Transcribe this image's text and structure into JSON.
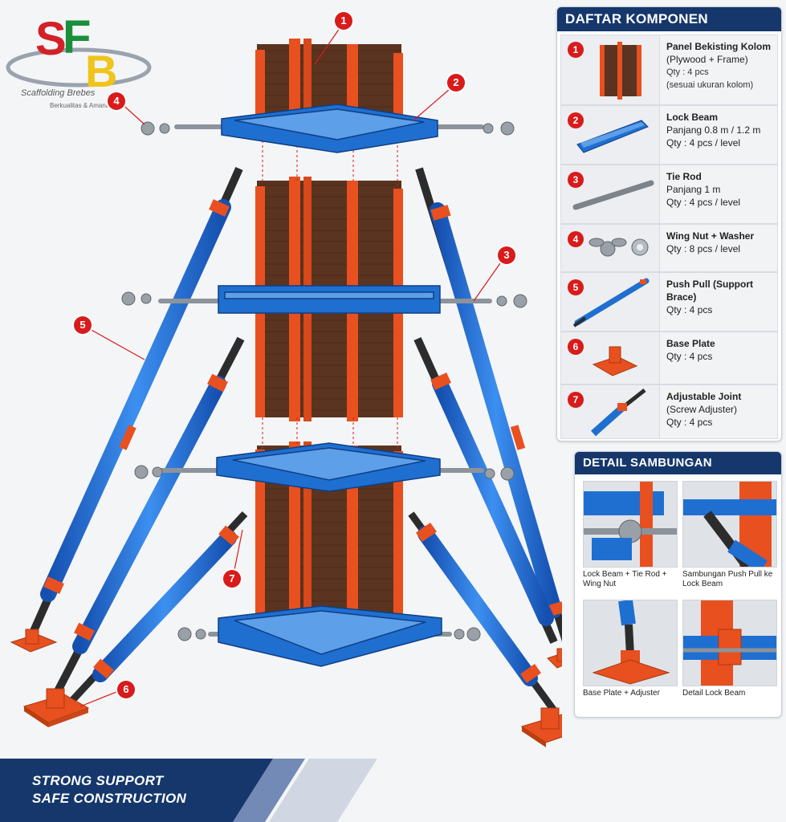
{
  "brand": {
    "logo_letters": "SFB",
    "name": "Scaffolding Brebes",
    "tagline": "Berkualitas & Amanah",
    "colors": {
      "red": "#d42027",
      "green": "#1a8f3a",
      "yellow": "#f0c419"
    }
  },
  "components_panel": {
    "title": "DAFTAR KOMPONEN",
    "items": [
      {
        "num": "1",
        "title": "Panel Bekisting Kolom",
        "lines": [
          "(Plywood + Frame)",
          "Qty : 4 pcs",
          "(sesuai ukuran kolom)"
        ],
        "icon": "formwork-panel-icon"
      },
      {
        "num": "2",
        "title": "Lock Beam",
        "lines": [
          "Panjang 0.8 m / 1.2 m",
          "Qty : 4 pcs / level"
        ],
        "icon": "lock-beam-icon"
      },
      {
        "num": "3",
        "title": "Tie Rod",
        "lines": [
          "Panjang 1 m",
          "Qty : 4 pcs / level"
        ],
        "icon": "tie-rod-icon"
      },
      {
        "num": "4",
        "title": "Wing Nut + Washer",
        "lines": [
          "Qty : 8 pcs / level"
        ],
        "icon": "wing-nut-icon"
      },
      {
        "num": "5",
        "title": "Push Pull (Support Brace)",
        "lines": [
          "Qty : 4 pcs"
        ],
        "icon": "push-pull-icon"
      },
      {
        "num": "6",
        "title": "Base Plate",
        "lines": [
          "Qty : 4 pcs"
        ],
        "icon": "base-plate-icon"
      },
      {
        "num": "7",
        "title": "Adjustable Joint",
        "lines": [
          "(Screw Adjuster)",
          "Qty : 4 pcs"
        ],
        "icon": "adjustable-joint-icon"
      }
    ]
  },
  "detail_panel": {
    "title": "DETAIL SAMBUNGAN",
    "items": [
      {
        "caption": "Lock Beam + Tie Rod + Wing Nut"
      },
      {
        "caption": "Sambungan Push Pull ke Lock Beam"
      },
      {
        "caption": "Base Plate + Adjuster"
      },
      {
        "caption": "Detail Lock Beam"
      }
    ]
  },
  "callouts": [
    "1",
    "2",
    "3",
    "4",
    "5",
    "6",
    "7"
  ],
  "footer": {
    "line1": "STRONG SUPPORT",
    "line2": "SAFE CONSTRUCTION"
  },
  "colors": {
    "orange": "#e8501f",
    "blue": "#1f6fd1",
    "navy": "#15376b",
    "plywood": "#5a3420",
    "callout_red": "#d81b1b"
  }
}
